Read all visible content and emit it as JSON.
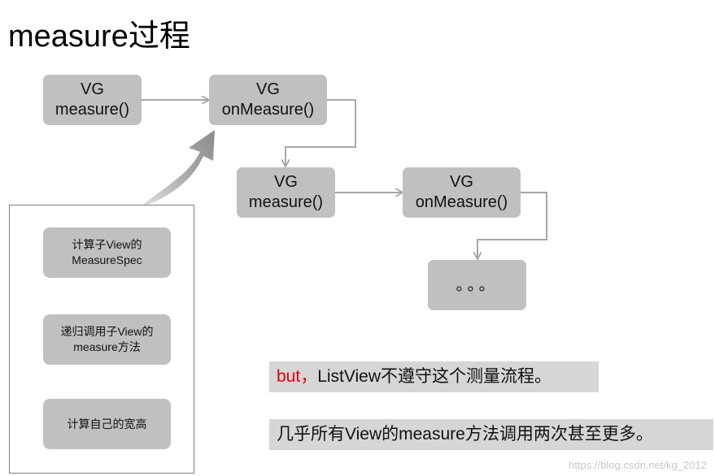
{
  "title": "measure过程",
  "nodes": {
    "vg_measure_1": {
      "line1": "VG",
      "line2": "measure()"
    },
    "vg_onmeasure_1": {
      "line1": "VG",
      "line2": "onMeasure()"
    },
    "vg_measure_2": {
      "line1": "VG",
      "line2": "measure()"
    },
    "vg_onmeasure_2": {
      "line1": "VG",
      "line2": "onMeasure()"
    },
    "ellipsis": "。。。"
  },
  "steps": [
    {
      "line1": "计算子View的",
      "line2": "MeasureSpec"
    },
    {
      "line1": "递归调用子View的",
      "line2": "measure方法"
    },
    {
      "line1": "计算自己的宽高",
      "line2": ""
    }
  ],
  "notes": {
    "note1_prefix": "but，",
    "note1_text": "ListView不遵守这个测量流程。",
    "note2_text": "几乎所有View的measure方法调用两次甚至更多。"
  },
  "watermark": "https://blog.csdn.net/kg_2012",
  "colors": {
    "box": "#c0c0c0",
    "arrow": "#a6a6a6",
    "note_bg": "#d6d6d6",
    "highlight": "#e00000"
  }
}
